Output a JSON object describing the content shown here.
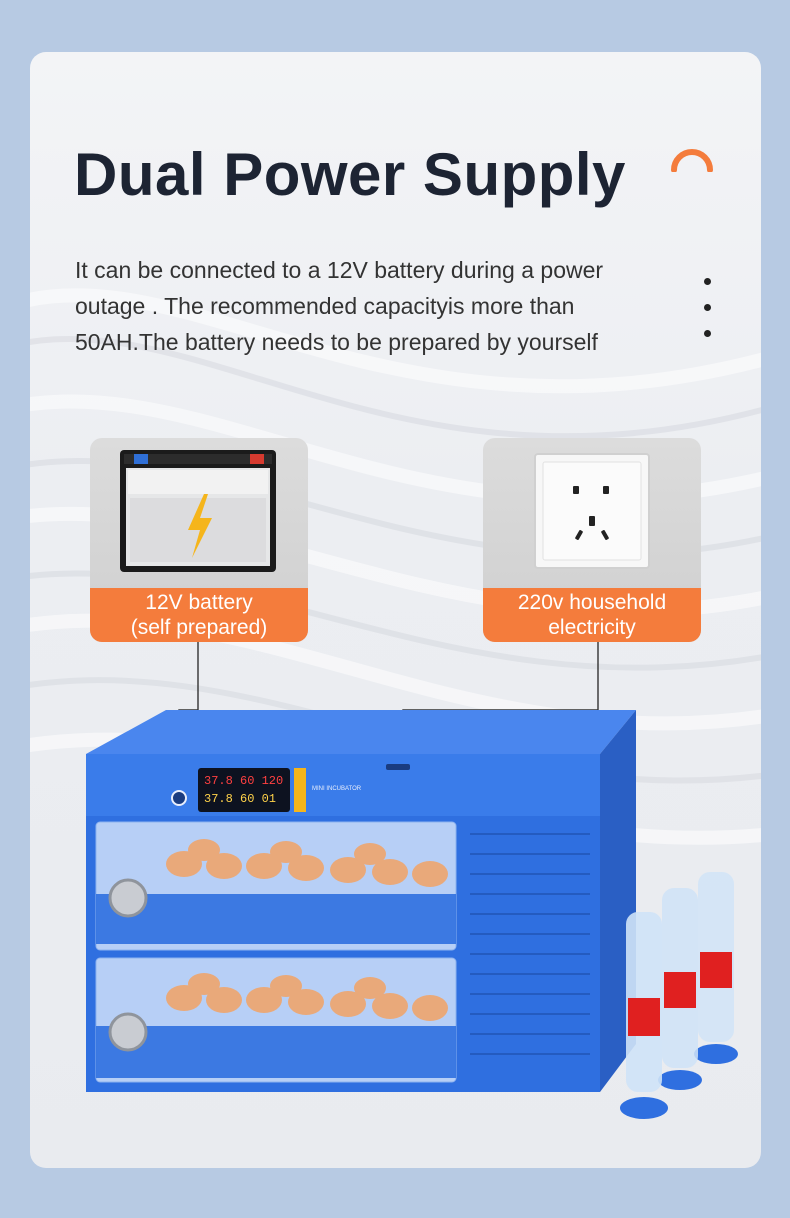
{
  "title": "Dual Power Supply",
  "description": {
    "lines": [
      "It can be connected to a 12V battery during a power",
      "outage . The recommended capacityis more than",
      "50AH.The battery needs to be prepared by yourself"
    ]
  },
  "options": [
    {
      "label_lines": [
        "12V battery",
        "(self prepared)"
      ],
      "icon": "car-battery-icon"
    },
    {
      "label_lines": [
        "220v household",
        "electricity"
      ],
      "icon": "power-socket-icon"
    }
  ],
  "product": {
    "display_top": "37.8 60 120",
    "display_bottom": "37.8 60 01",
    "badge": "MINI INCUBATOR"
  },
  "colors": {
    "accent": "#f47c3c",
    "incubator_blue": "#2f6fe0",
    "title": "#1d2433"
  }
}
